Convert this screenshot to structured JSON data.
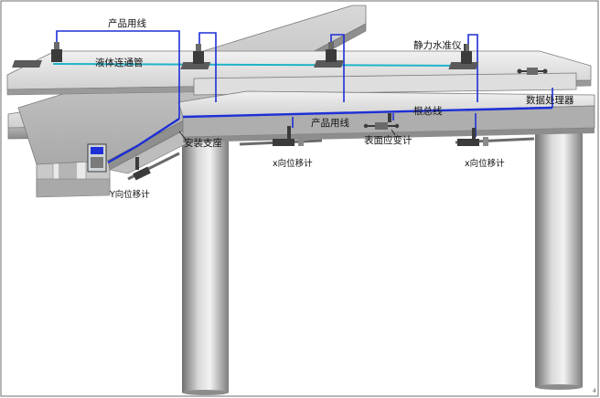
{
  "diagram": {
    "labels": {
      "product_line_top": "产品用线",
      "liquid_pipe": "液体连通管",
      "hydrostatic_level": "静力水准仪",
      "data_processor": "数据处理器",
      "bus_line": "根总线",
      "product_line_mid": "产品用线",
      "mount_bracket": "安装支座",
      "surface_strain_gauge": "表面应变计",
      "x_displacement_left": "x向位移计",
      "x_displacement_right": "x向位移计",
      "y_displacement": "Y向位移计",
      "corner_mark": "4"
    },
    "colors": {
      "structure_light": "#e2e2e2",
      "structure_mid": "#c4c4c4",
      "structure_dark": "#8e8e8e",
      "cable_blue": "#1d2fd6",
      "pipe_cyan": "#1fb3c8",
      "sensor_dark": "#3b3b3b",
      "frame_border": "#6e6e6e"
    }
  }
}
